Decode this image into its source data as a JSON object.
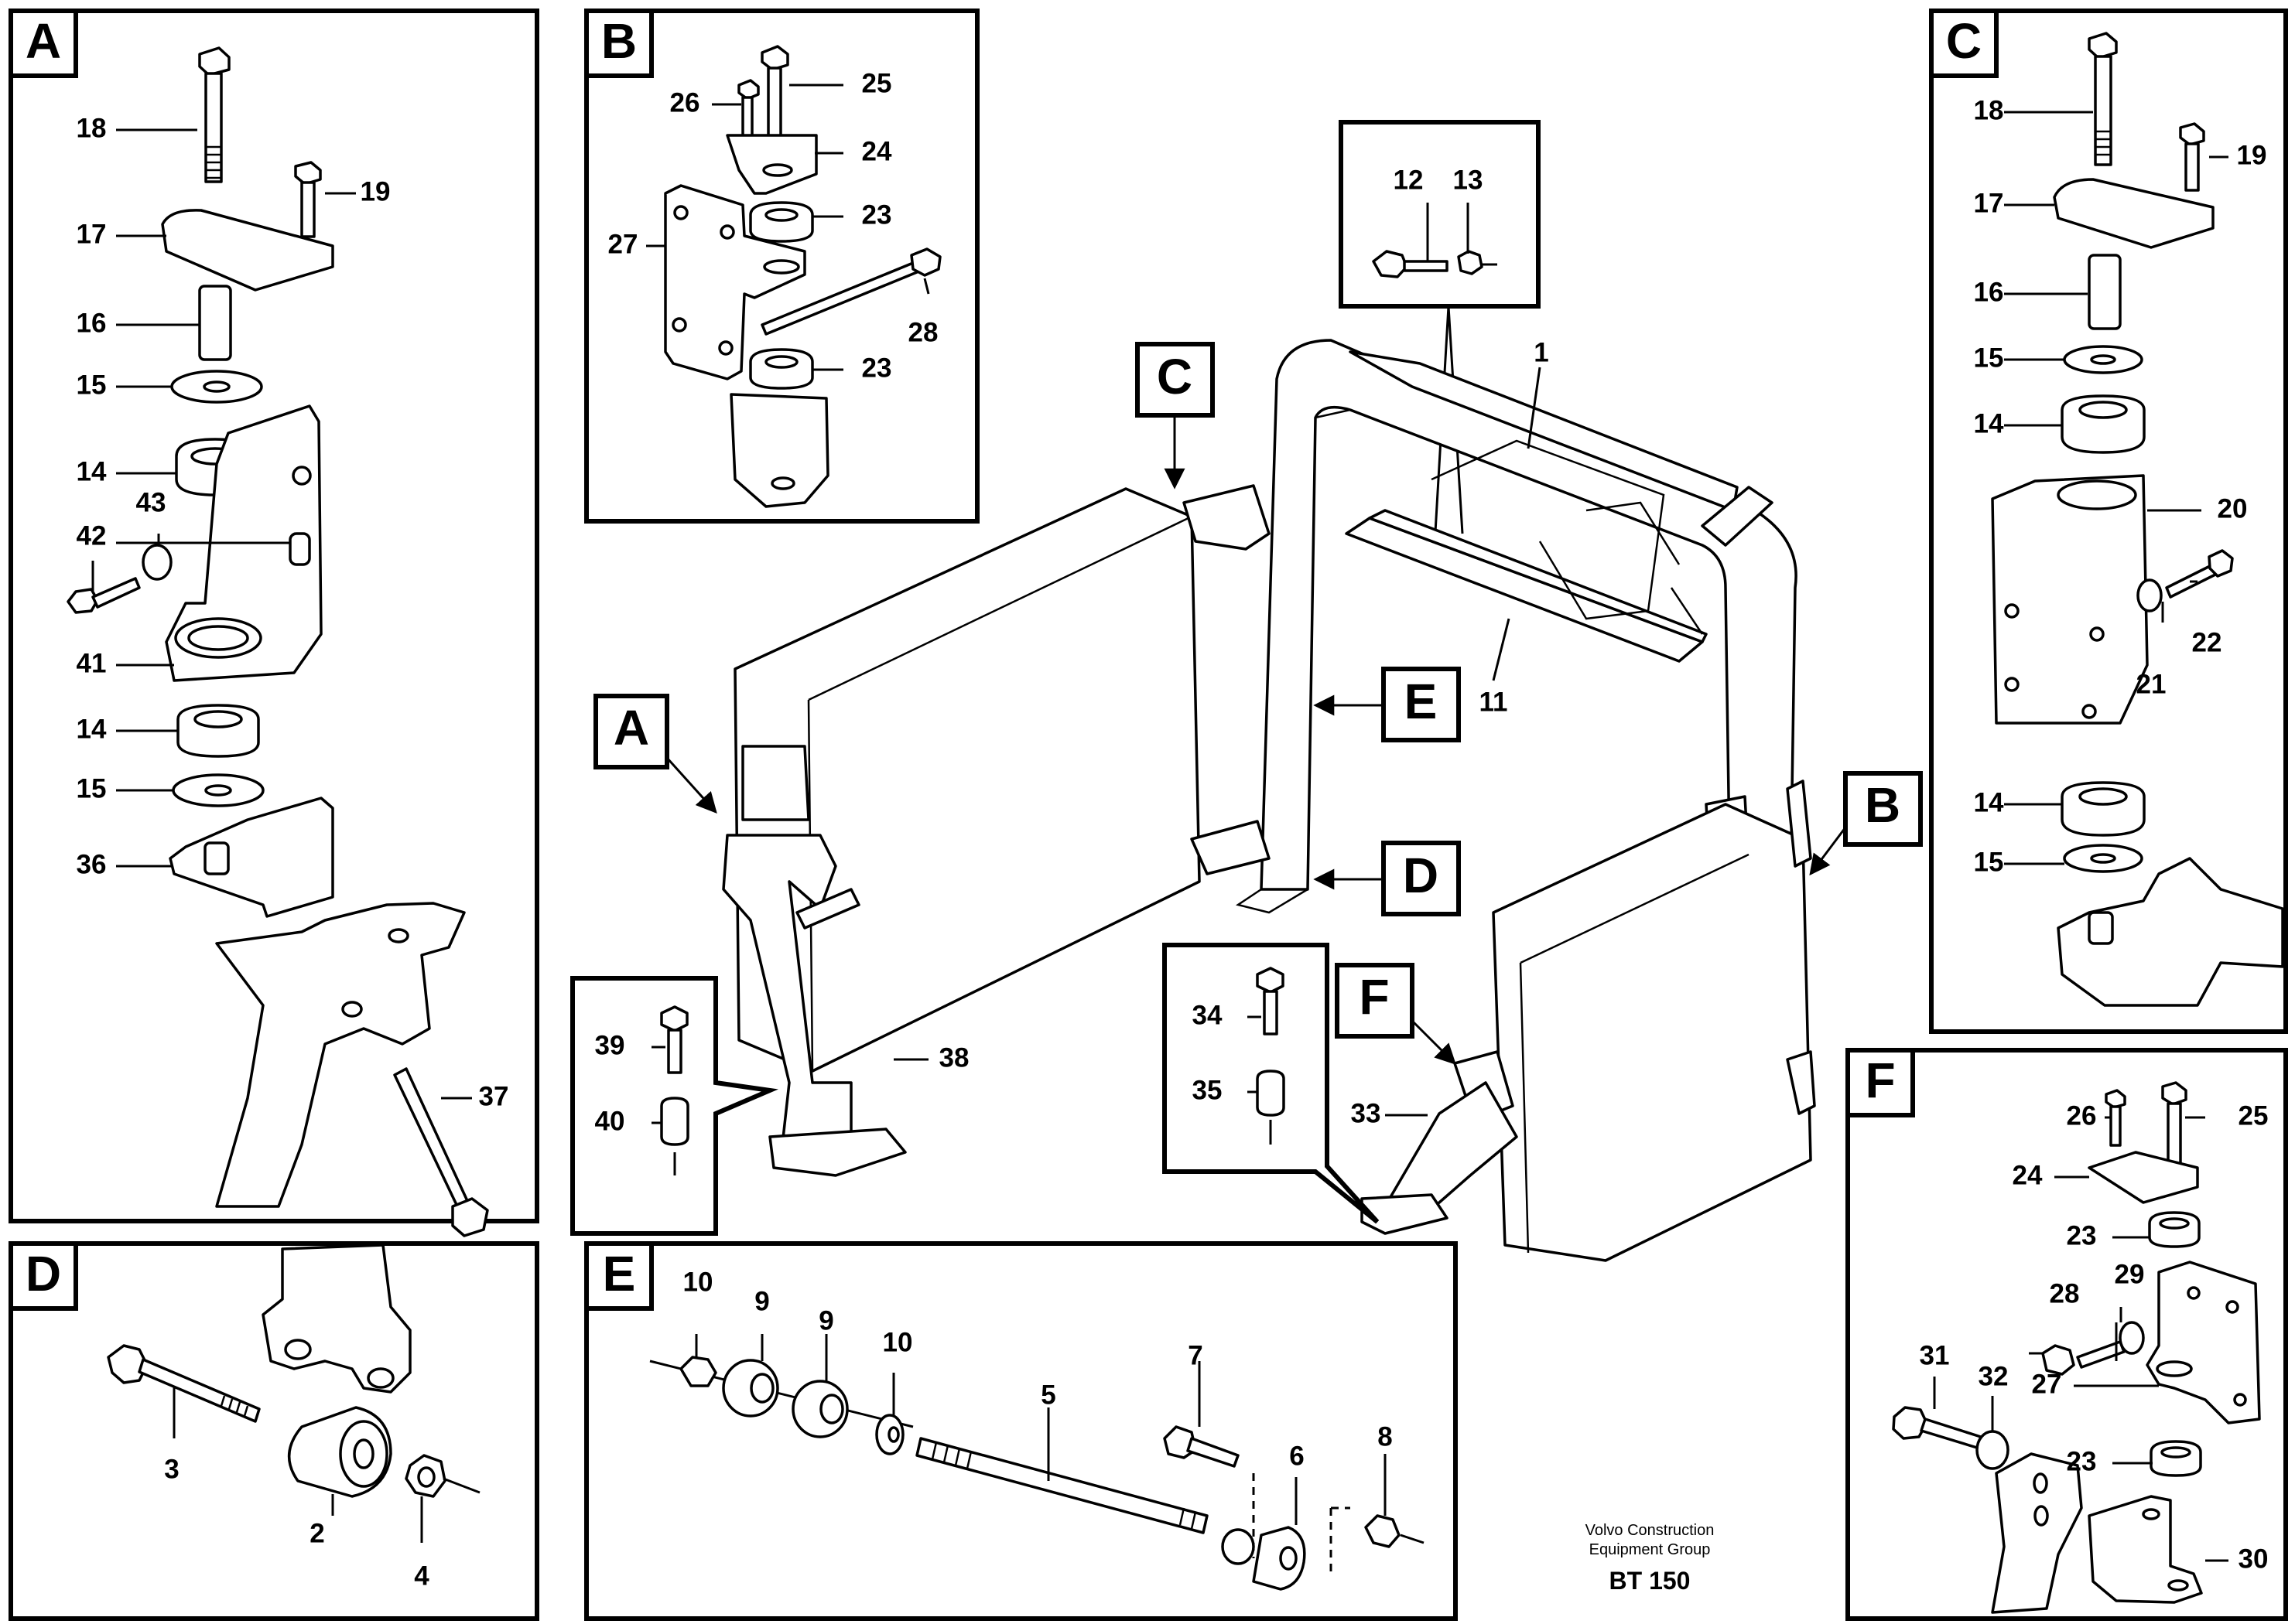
{
  "footer": {
    "company_line1": "Volvo Construction",
    "company_line2": "Equipment Group",
    "drawing_code": "BT 150"
  },
  "panels": {
    "A": {
      "letter": "A",
      "labels": [
        "18",
        "19",
        "17",
        "16",
        "15",
        "14",
        "43",
        "42",
        "41",
        "14",
        "15",
        "36",
        "37"
      ]
    },
    "B": {
      "letter": "B",
      "labels": [
        "26",
        "25",
        "24",
        "23",
        "27",
        "28",
        "23"
      ]
    },
    "C": {
      "letter": "C",
      "labels": [
        "18",
        "19",
        "17",
        "16",
        "15",
        "14",
        "20",
        "22",
        "21",
        "14",
        "15"
      ]
    },
    "D": {
      "letter": "D",
      "labels": [
        "3",
        "2",
        "4"
      ]
    },
    "E": {
      "letter": "E",
      "labels": [
        "10",
        "9",
        "9",
        "10",
        "7",
        "5",
        "6",
        "8"
      ]
    },
    "F": {
      "letter": "F",
      "labels": [
        "26",
        "25",
        "24",
        "23",
        "28",
        "29",
        "31",
        "32",
        "27",
        "23",
        "30"
      ]
    }
  },
  "main": {
    "callouts": [
      "C",
      "E",
      "D",
      "A",
      "B",
      "F"
    ],
    "labels": [
      "12",
      "13",
      "1",
      "11",
      "38",
      "39",
      "40",
      "34",
      "35",
      "33"
    ]
  }
}
